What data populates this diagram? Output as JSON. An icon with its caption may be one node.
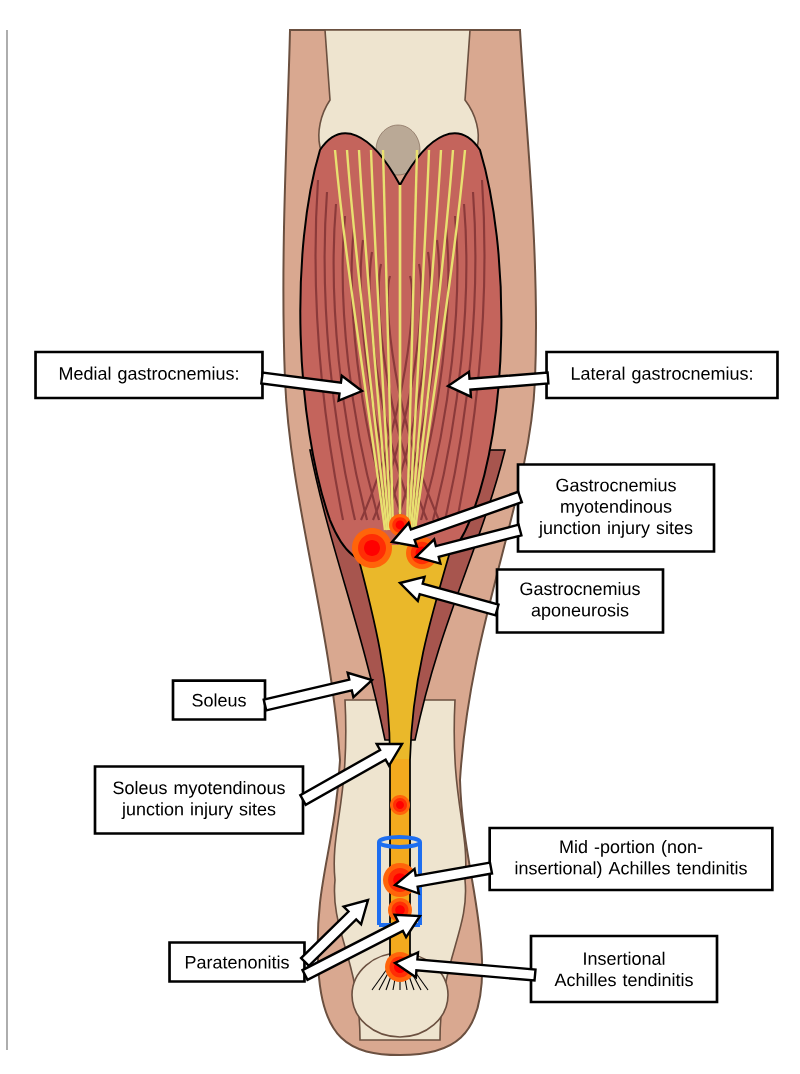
{
  "diagram": {
    "nodes": [
      {
        "text": [
          "Medial gastrocnemius:"
        ]
      },
      {
        "text": [
          "Lateral gastrocnemius:"
        ]
      },
      {
        "text": [
          "Gastrocnemius myotendinous junction injury sites"
        ]
      },
      {
        "text": [
          "Gastrocnemius aponeurosis"
        ]
      },
      {
        "text": [
          "Soleus"
        ]
      },
      {
        "text": [
          "Soleus myotendinous junction injury sites"
        ]
      },
      {
        "text": [
          "Mid -portion (non-insertional) Achilles tendinitis"
        ]
      },
      {
        "text": [
          "Paratenonitis"
        ]
      },
      {
        "text": [
          "Insertional Achilles tendinitis"
        ]
      }
    ],
    "edges": [
      {
        "from": 0,
        "to": null,
        "arrow": "to"
      },
      {
        "from": 1,
        "to": null,
        "arrow": "to"
      },
      {
        "from": 2,
        "to": null,
        "arrow": "to"
      },
      {
        "from": 2,
        "to": null,
        "arrow": "to"
      },
      {
        "from": 3,
        "to": null,
        "arrow": "to"
      },
      {
        "from": 4,
        "to": null,
        "arrow": "to"
      },
      {
        "from": 5,
        "to": null,
        "arrow": "to"
      },
      {
        "from": 6,
        "to": null,
        "arrow": "to"
      },
      {
        "from": 7,
        "to": null,
        "arrow": "to"
      },
      {
        "from": 7,
        "to": null,
        "arrow": "to"
      },
      {
        "from": 8,
        "to": null,
        "arrow": "to"
      }
    ]
  }
}
